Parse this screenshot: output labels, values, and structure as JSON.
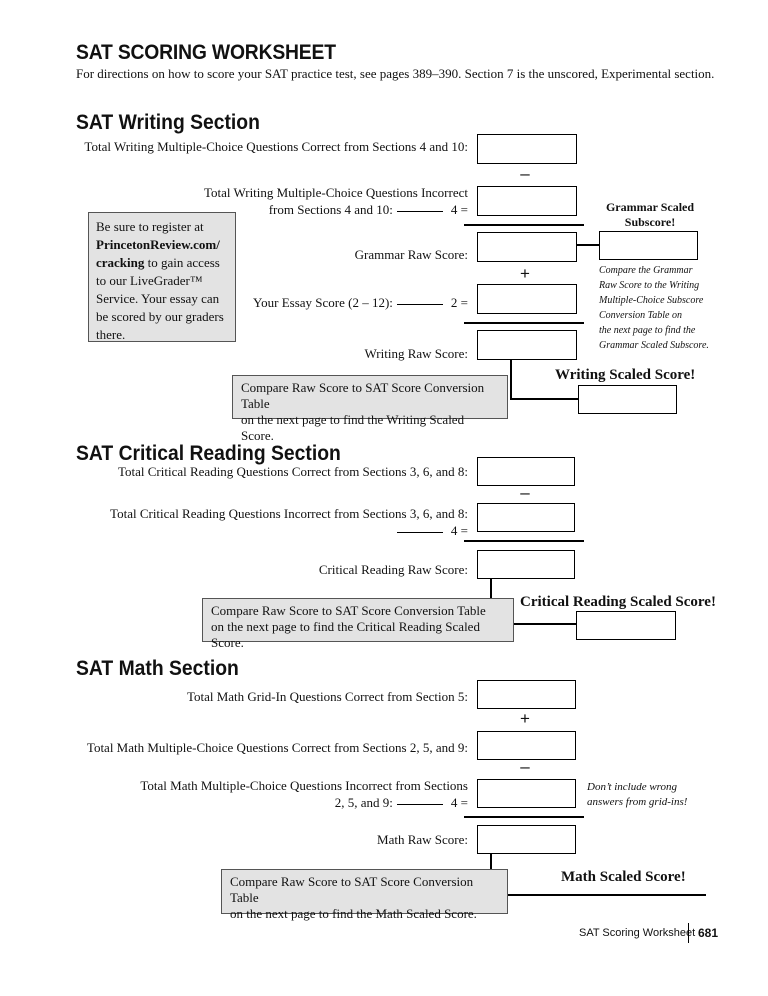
{
  "page": {
    "title": "SAT SCORING WORKSHEET",
    "intro": "For directions on how to score your SAT practice test, see pages 389–390. Section 7 is the unscored, Experimental section."
  },
  "writing": {
    "heading": "SAT Writing Section",
    "mc_correct": "Total Writing Multiple-Choice Questions Correct from Sections 4 and 10:",
    "op_minus": "–",
    "mc_incorrect_line1": "Total Writing Multiple-Choice Questions Incorrect",
    "mc_incorrect_line2_prefix": "from Sections 4 and 10:",
    "div4": "4 =",
    "grammar_raw": "Grammar Raw Score:",
    "op_plus": "+",
    "essay_prefix": "Your Essay Score (2 – 12):",
    "div2": "2 =",
    "writing_raw": "Writing Raw Score:",
    "compare_line1": "Compare Raw Score to SAT Score Conversion Table",
    "compare_line2": "on the next page to find the Writing Scaled Score.",
    "scaled_label": "Writing Scaled Score!",
    "grammar_scaled_label_line1": "Grammar Scaled",
    "grammar_scaled_label_line2": "Subscore!",
    "grammar_note": [
      "Compare the Grammar",
      "Raw Score to the Writing",
      "Multiple-Choice Subscore",
      "Conversion Table on",
      "the next page to find the",
      "Grammar Scaled Subscore."
    ],
    "sidebar": {
      "line1": "Be sure to register at",
      "line2": "PrincetonReview.com/",
      "line3": "cracking",
      "line3_rest": " to gain access",
      "line4": "to our LiveGrader™",
      "line5": "Service. Your essay can",
      "line6": "be scored by our graders",
      "line7": "there."
    }
  },
  "reading": {
    "heading": "SAT Critical Reading Section",
    "correct": "Total Critical Reading Questions Correct from Sections 3, 6, and 8:",
    "op_minus": "–",
    "incorrect_line1": "Total Critical Reading Questions Incorrect from Sections 3, 6, and 8:",
    "div4": "4 =",
    "raw": "Critical Reading Raw Score:",
    "compare_line1": "Compare Raw Score to SAT Score Conversion Table",
    "compare_line2": "on the next page to find the Critical Reading Scaled Score.",
    "scaled_label": "Critical Reading Scaled Score!"
  },
  "math": {
    "heading": "SAT Math Section",
    "gridin_correct": "Total Math Grid-In Questions Correct from Section 5:",
    "op_plus": "+",
    "mc_correct": "Total Math Multiple-Choice Questions Correct from Sections 2, 5, and 9:",
    "op_minus": "–",
    "mc_incorrect_line1": "Total Math Multiple-Choice Questions Incorrect from Sections",
    "mc_incorrect_line2_prefix": "2, 5, and 9:",
    "div4": "4 =",
    "note_line1": "Don’t include wrong",
    "note_line2": "answers from grid-ins!",
    "raw": "Math Raw Score:",
    "compare_line1": "Compare Raw Score to SAT Score Conversion Table",
    "compare_line2": "on the next page to find the Math Scaled Score.",
    "scaled_label": "Math Scaled Score!"
  },
  "footer": {
    "label": "SAT Scoring Worksheet",
    "page_number": "681"
  }
}
